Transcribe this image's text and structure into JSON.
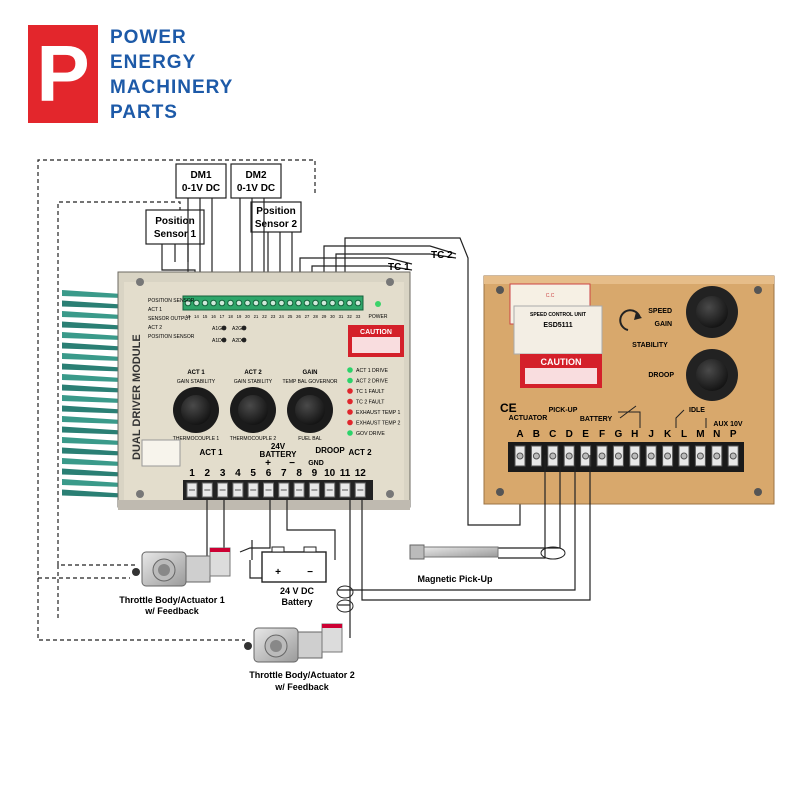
{
  "brand": {
    "logo_letter": "P",
    "lines": [
      "POWER",
      "ENERGY",
      "MACHINERY",
      "PARTS"
    ],
    "logo_color": "#e3262c",
    "text_color": "#1d5aa8"
  },
  "boxes": {
    "dm1": [
      "DM1",
      "0-1V DC"
    ],
    "dm2": [
      "DM2",
      "0-1V DC"
    ],
    "pos1": [
      "Position",
      "Sensor 1"
    ],
    "pos2": [
      "Position",
      "Sensor 2"
    ]
  },
  "labels": {
    "tc1": "TC 1",
    "tc2": "TC 2",
    "magnetic_pickup": "Magnetic Pick-Up",
    "battery": [
      "24 V DC",
      "Battery"
    ],
    "throttle1": [
      "Throttle Body/Actuator 1",
      "w/ Feedback"
    ],
    "throttle2": [
      "Throttle Body/Actuator 2",
      "w/ Feedback"
    ]
  },
  "ddm": {
    "title": "DUAL DRIVER MODULE",
    "caution": "CAUTION",
    "power": "POWER",
    "knob_groups": [
      {
        "head": "ACT 1",
        "sub": "GAIN  STABILITY",
        "foot": "THERMOCOUPLE 1"
      },
      {
        "head": "ACT 2",
        "sub": "GAIN  STABILITY",
        "foot": "THERMOCOUPLE 2"
      },
      {
        "head": "GAIN",
        "sub": "TEMP BAL  GOVERNOR",
        "foot": "FUEL BAL"
      }
    ],
    "leds": [
      "ACT 1 DRIVE",
      "ACT 2 DRIVE",
      "TC 1 FAULT",
      "TC 2 FAULT",
      "EXHAUST TEMP 1",
      "EXHAUST TEMP 2",
      "GOV DRIVE"
    ],
    "terminal_numbers": [
      "1",
      "2",
      "3",
      "4",
      "5",
      "6",
      "7",
      "8",
      "9",
      "10",
      "11",
      "12"
    ],
    "group_labels": {
      "act1": "ACT 1",
      "battery": [
        "24V",
        "BATTERY"
      ],
      "droop": "DROOP",
      "gnd": "GND",
      "act2": "ACT 2"
    },
    "top_terminal_numbers": [
      "13",
      "14",
      "15",
      "16",
      "17",
      "18",
      "19",
      "20",
      "21",
      "22",
      "23",
      "24",
      "25",
      "26",
      "27",
      "28",
      "29",
      "30",
      "31",
      "32",
      "33"
    ],
    "side_labels": [
      "POSITION SENSOR",
      "ACT 1",
      "SENSOR OUTPUT",
      "ACT 2",
      "POSITION SENSOR"
    ],
    "small_labels": [
      "A1G",
      "A1D",
      "A2G",
      "A2D"
    ]
  },
  "esd": {
    "title": "SPEED CONTROL UNIT",
    "model": "ESD5111",
    "caution": "CAUTION",
    "ce": "CE",
    "knob_labels": [
      "SPEED",
      "GAIN",
      "STABILITY",
      "DROOP"
    ],
    "header_labels": [
      "ACTUATOR",
      "PICK-UP",
      "BATTERY",
      "IDLE",
      "AUX 10V"
    ],
    "terminal_letters": [
      "A",
      "B",
      "C",
      "D",
      "E",
      "F",
      "G",
      "H",
      "J",
      "K",
      "L",
      "M",
      "N",
      "P"
    ]
  }
}
